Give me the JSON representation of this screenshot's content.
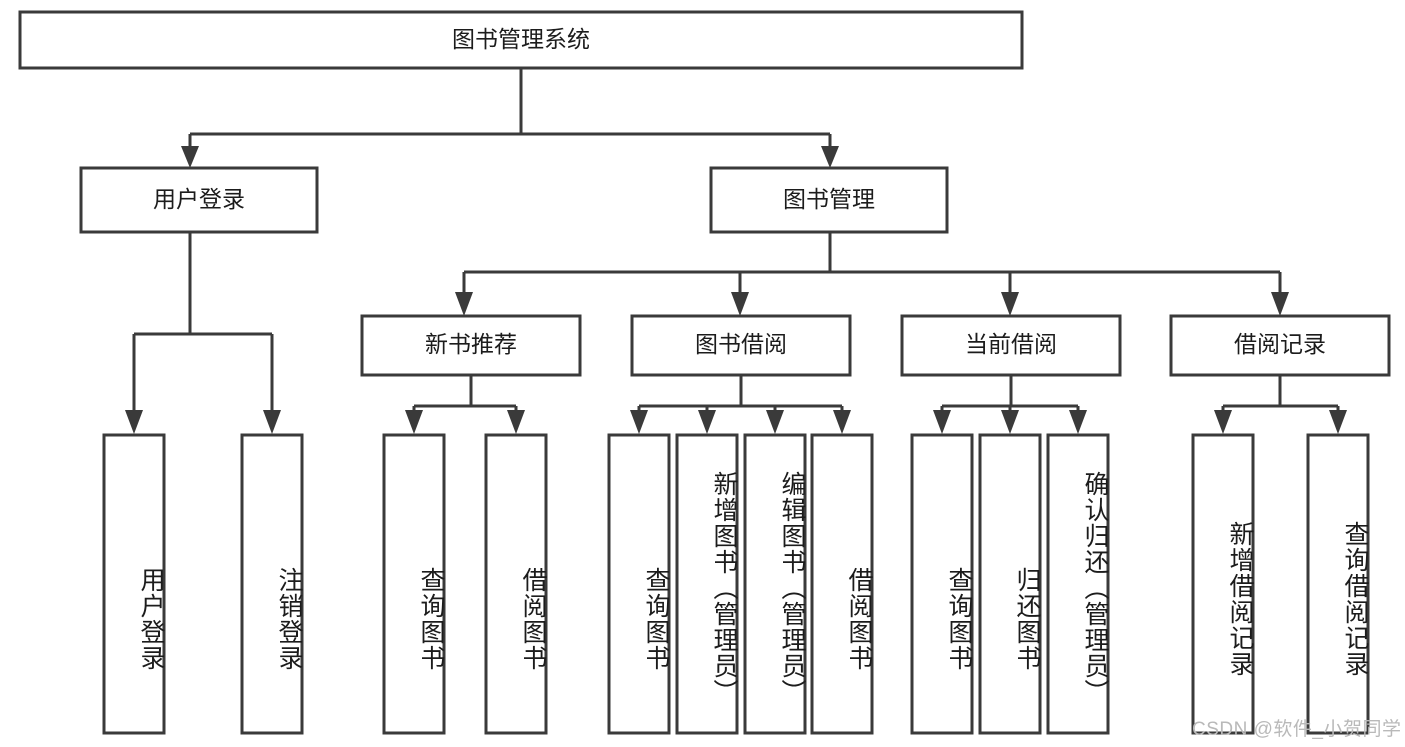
{
  "diagram": {
    "type": "tree-hierarchy",
    "title": "图书管理系统",
    "orientation": "top-down",
    "root": {
      "id": "root",
      "label": "图书管理系统",
      "level": 0
    },
    "level1": [
      {
        "id": "user-login",
        "label": "用户登录"
      },
      {
        "id": "book-manage",
        "label": "图书管理"
      }
    ],
    "level2": [
      {
        "id": "new-book-rec",
        "label": "新书推荐",
        "parent": "book-manage"
      },
      {
        "id": "book-borrow",
        "label": "图书借阅",
        "parent": "book-manage"
      },
      {
        "id": "current-borrow",
        "label": "当前借阅",
        "parent": "book-manage"
      },
      {
        "id": "borrow-record",
        "label": "借阅记录",
        "parent": "book-manage"
      }
    ],
    "leaves": [
      {
        "id": "leaf-user-login",
        "label": "用户登录",
        "parent": "user-login"
      },
      {
        "id": "leaf-logout",
        "label": "注销登录",
        "parent": "user-login"
      },
      {
        "id": "leaf-query-book-1",
        "label": "查询图书",
        "parent": "new-book-rec"
      },
      {
        "id": "leaf-borrow-book-1",
        "label": "借阅图书",
        "parent": "new-book-rec"
      },
      {
        "id": "leaf-query-book-2",
        "label": "查询图书",
        "parent": "book-borrow"
      },
      {
        "id": "leaf-add-book",
        "label": "新增图书（管理员）",
        "parent": "book-borrow"
      },
      {
        "id": "leaf-edit-book",
        "label": "编辑图书（管理员）",
        "parent": "book-borrow"
      },
      {
        "id": "leaf-borrow-book-2",
        "label": "借阅图书",
        "parent": "book-borrow"
      },
      {
        "id": "leaf-query-book-3",
        "label": "查询图书",
        "parent": "current-borrow"
      },
      {
        "id": "leaf-return-book",
        "label": "归还图书",
        "parent": "current-borrow"
      },
      {
        "id": "leaf-confirm-return",
        "label": "确认归还（管理员）",
        "parent": "current-borrow"
      },
      {
        "id": "leaf-add-record",
        "label": "新增借阅记录",
        "parent": "borrow-record"
      },
      {
        "id": "leaf-query-record",
        "label": "查询借阅记录",
        "parent": "borrow-record"
      }
    ]
  },
  "watermark": {
    "text": "CSDN @软件_小贺同学"
  },
  "colors": {
    "stroke": "#3a3a3a",
    "box_fill": "#ffffff",
    "text": "#1c1c1c",
    "watermark": "#b9b9b9",
    "background": "#ffffff"
  }
}
